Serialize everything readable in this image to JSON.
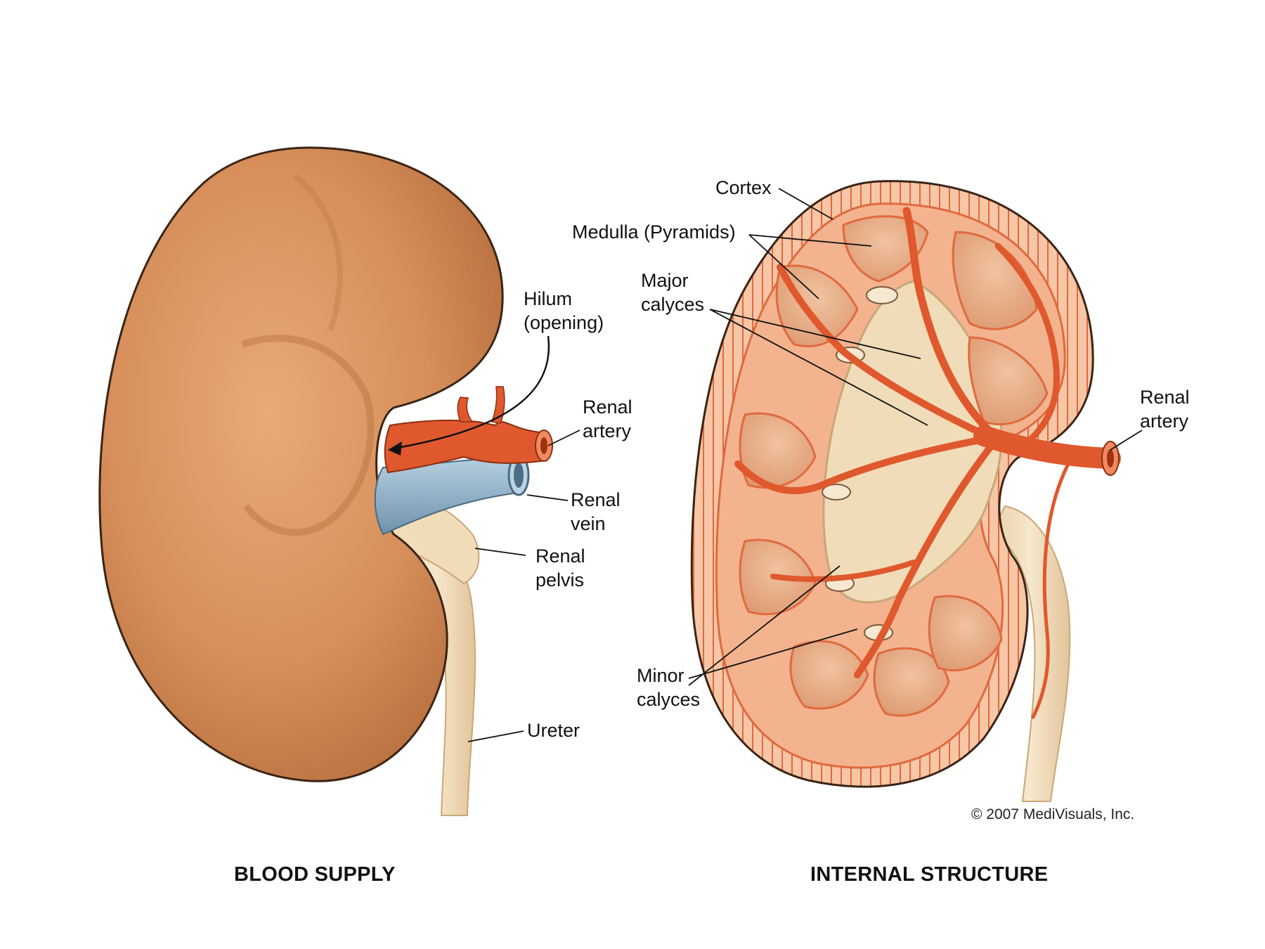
{
  "colors": {
    "kidney_skin": "#d9935f",
    "kidney_shadow": "#b8703f",
    "artery": "#e0582d",
    "vein": "#8fb3cc",
    "pelvis_ureter": "#f1dcb9",
    "cortex_tissue": "#f3b38e",
    "capsule_edge": "#3b2414"
  },
  "left_panel": {
    "heading": "BLOOD SUPPLY",
    "labels": {
      "hilum_line1": "Hilum",
      "hilum_line2": "(opening)",
      "artery_line1": "Renal",
      "artery_line2": "artery",
      "vein_line1": "Renal",
      "vein_line2": "vein",
      "pelvis_line1": "Renal",
      "pelvis_line2": "pelvis",
      "ureter": "Ureter"
    }
  },
  "right_panel": {
    "heading": "INTERNAL STRUCTURE",
    "labels": {
      "cortex": "Cortex",
      "medulla": "Medulla (Pyramids)",
      "major_line1": "Major",
      "major_line2": "calyces",
      "minor_line1": "Minor",
      "minor_line2": "calyces",
      "artery_line1": "Renal",
      "artery_line2": "artery"
    }
  },
  "copyright": "© 2007 MediVisuals, Inc."
}
